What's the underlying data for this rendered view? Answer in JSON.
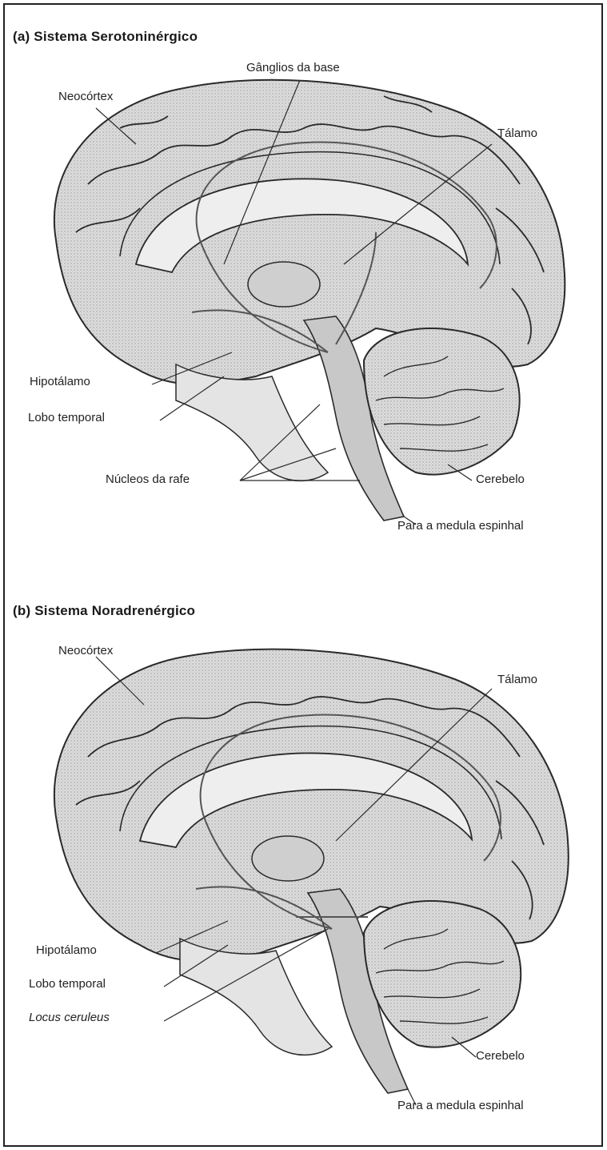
{
  "panels": [
    {
      "title": "(a) Sistema Serotoninérgico",
      "labels": {
        "ganglios": "Gânglios da base",
        "neocortex": "Neocórtex",
        "talamo": "Tálamo",
        "hipotalamo": "Hipotálamo",
        "lobo_temporal": "Lobo temporal",
        "nucleos_rafe": "Núcleos da rafe",
        "cerebelo": "Cerebelo",
        "medula": "Para a medula espinhal"
      }
    },
    {
      "title": "(b) Sistema Noradrenérgico",
      "labels": {
        "neocortex": "Neocórtex",
        "talamo": "Tálamo",
        "hipotalamo": "Hipotálamo",
        "lobo_temporal": "Lobo temporal",
        "locus": "Locus ceruleus",
        "cerebelo": "Cerebelo",
        "medula": "Para a medula espinhal"
      }
    }
  ],
  "colors": {
    "ink": "#2a2a2a",
    "brain_fill": "#d6d6d6",
    "pathway": "#555555"
  }
}
